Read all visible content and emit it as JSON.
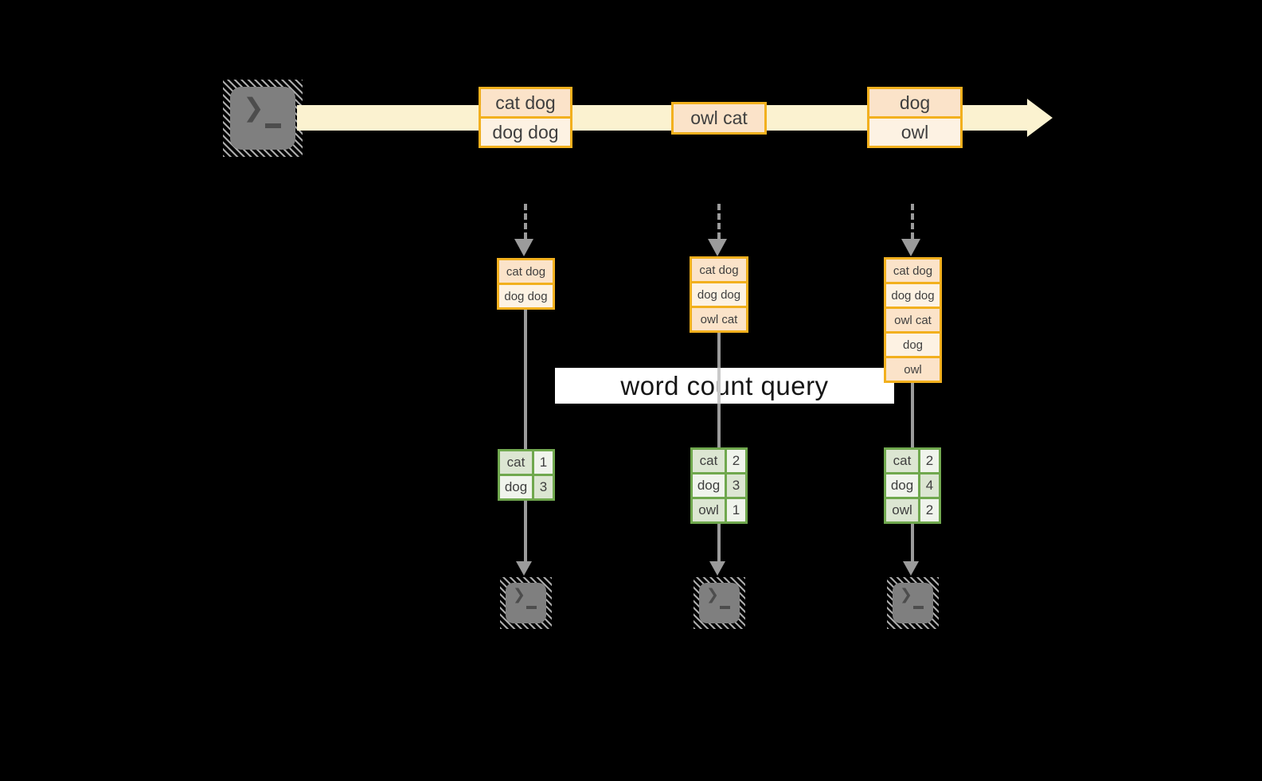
{
  "query_label": "word count query",
  "icons": {
    "source": "terminal-icon",
    "sinks": [
      "terminal-icon",
      "terminal-icon",
      "terminal-icon"
    ],
    "prompt_glyph": "❯"
  },
  "colors": {
    "background": "#000000",
    "stream_arrow": "#fbf2d0",
    "box_border": "#f2b01e",
    "box_fill_dark": "#fbe3c9",
    "box_fill_light": "#fdf2e3",
    "table_border": "#70a84e",
    "table_fill_dark": "#dce6d2",
    "table_fill_light": "#f0f4ec",
    "connector_gray": "#9b9b9b",
    "query_band": "#ffffff"
  },
  "stream": {
    "batches": [
      {
        "items": [
          "cat dog",
          "dog dog"
        ]
      },
      {
        "items": [
          "owl cat"
        ]
      },
      {
        "items": [
          "dog",
          "owl"
        ]
      }
    ]
  },
  "states": [
    {
      "items": [
        "cat dog",
        "dog dog"
      ]
    },
    {
      "items": [
        "cat dog",
        "dog dog",
        "owl cat"
      ]
    },
    {
      "items": [
        "cat dog",
        "dog dog",
        "owl cat",
        "dog",
        "owl"
      ]
    }
  ],
  "results": [
    {
      "rows": [
        {
          "word": "cat",
          "count": "1"
        },
        {
          "word": "dog",
          "count": "3"
        }
      ]
    },
    {
      "rows": [
        {
          "word": "cat",
          "count": "2"
        },
        {
          "word": "dog",
          "count": "3"
        },
        {
          "word": "owl",
          "count": "1"
        }
      ]
    },
    {
      "rows": [
        {
          "word": "cat",
          "count": "2"
        },
        {
          "word": "dog",
          "count": "4"
        },
        {
          "word": "owl",
          "count": "2"
        }
      ]
    }
  ]
}
